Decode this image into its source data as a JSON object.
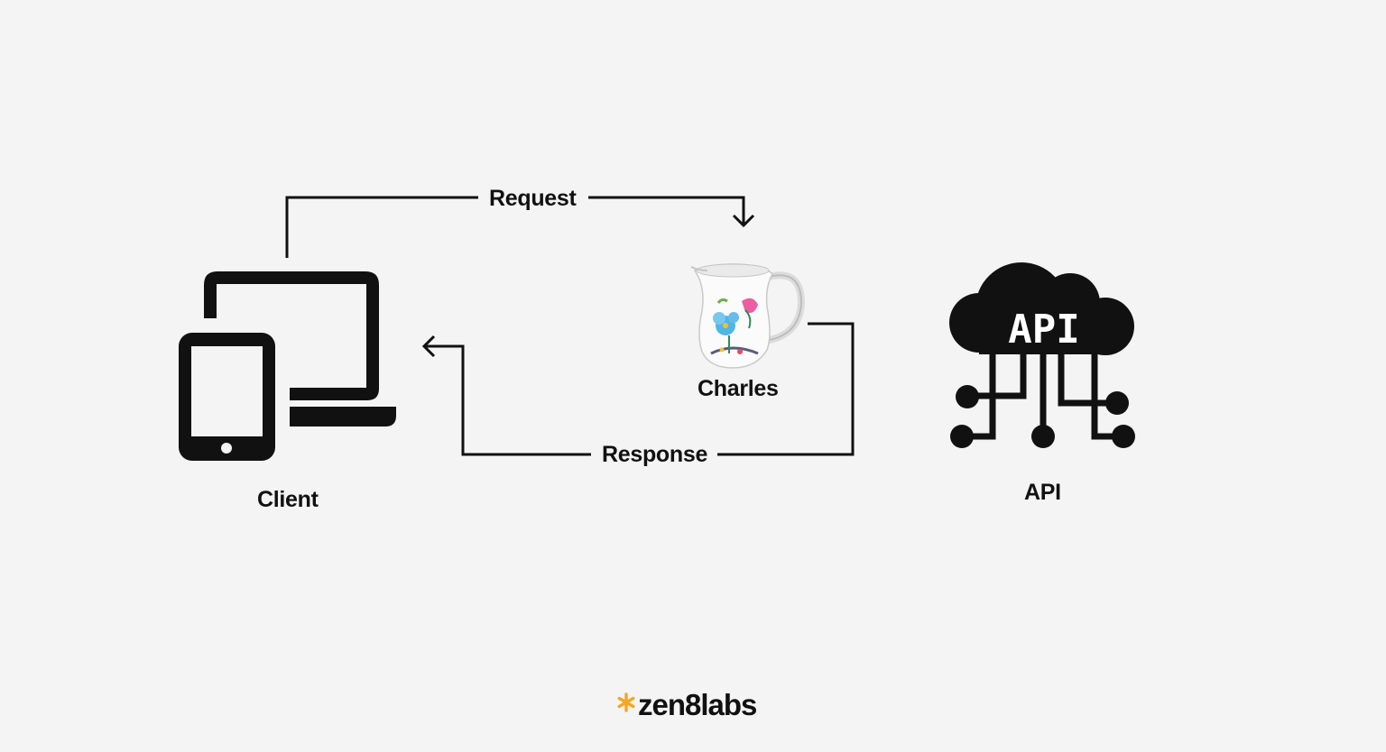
{
  "labels": {
    "request": "Request",
    "response": "Response",
    "client": "Client",
    "charles": "Charles",
    "api": "API",
    "api_cloud_text": "API"
  },
  "brand": {
    "name": "zen8labs",
    "accent_color": "#f5a623"
  },
  "icons": {
    "client": "devices-icon",
    "charles": "charles-jug-icon",
    "api": "cloud-api-icon"
  }
}
